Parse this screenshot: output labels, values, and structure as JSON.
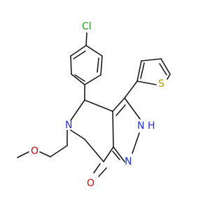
{
  "colors": {
    "bond": "#1a1a1a",
    "chlorine": "#1f9a1f",
    "sulfur": "#b59a00",
    "nitrogen": "#2030e0",
    "oxygen": "#e00000"
  },
  "atom_labels": {
    "cl": "Cl",
    "s": "S",
    "n_ring": "N",
    "nh": "N",
    "nh_h": "H",
    "n_pyrazole": "N",
    "o_ether": "O",
    "o_carbonyl": "O"
  }
}
